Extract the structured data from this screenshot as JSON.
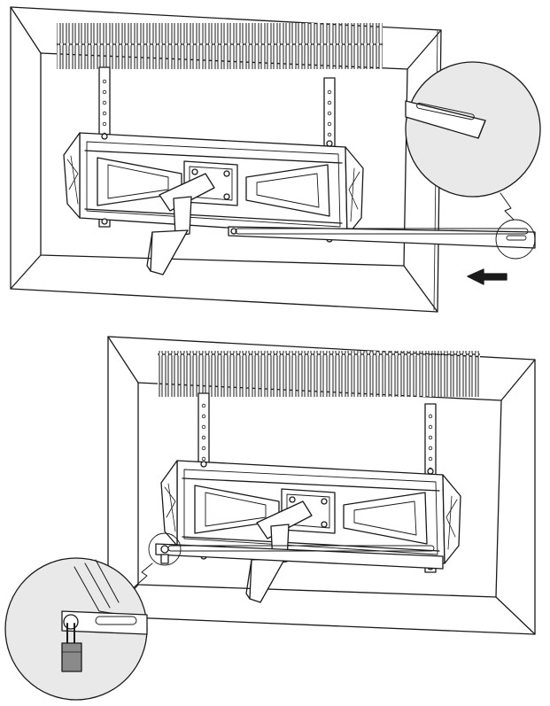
{
  "figure": {
    "background": "#ffffff",
    "line_color": "#1a1a1a",
    "panel_fill": "#ffffff",
    "detail_fill": "#e9e9e9",
    "steps": [
      {
        "id": "step-insert-lock-bar",
        "arrow_direction": "left",
        "detail": "lock-bar-slot-closeup"
      },
      {
        "id": "step-attach-padlock",
        "detail": "padlock-closeup"
      }
    ],
    "icons": [
      "arrow-left-icon",
      "padlock-icon",
      "slot-bar-icon"
    ]
  }
}
